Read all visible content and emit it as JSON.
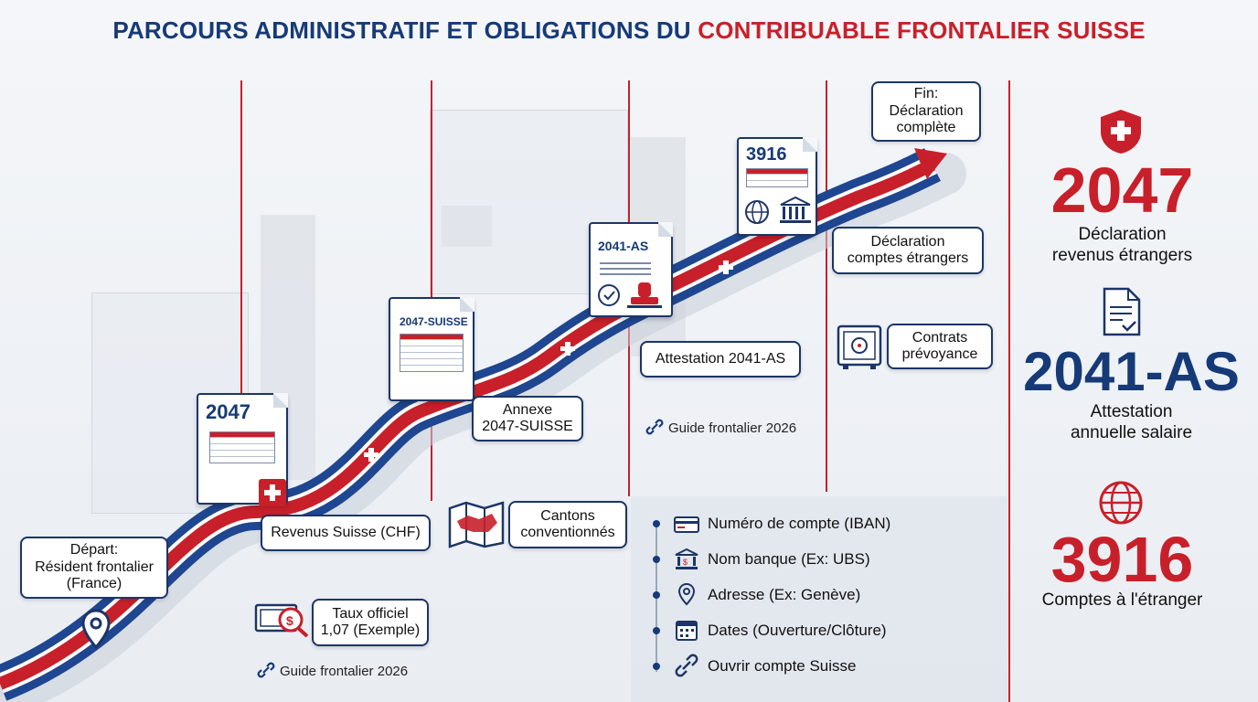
{
  "title": {
    "part1": "PARCOURS ADMINISTRATIF ET OBLIGATIONS DU",
    "part2": "CONTRIBUABLE FRONTALIER SUISSE"
  },
  "steps": {
    "start": {
      "line1": "Départ:",
      "line2": "Résident frontalier",
      "line3": "(France)"
    },
    "revenus": "Revenus Suisse (CHF)",
    "taux": {
      "line1": "Taux officiel",
      "line2": "1,07 (Exemple)"
    },
    "guide1": "Guide frontalier 2026",
    "annexe": {
      "line1": "Annexe",
      "line2": "2047-SUISSE"
    },
    "cantons": {
      "line1": "Cantons",
      "line2": "conventionnés"
    },
    "attestation": "Attestation 2041-AS",
    "guide2": "Guide frontalier 2026",
    "declaration_comptes": {
      "line1": "Déclaration",
      "line2": "comptes étrangers"
    },
    "contrats": {
      "line1": "Contrats",
      "line2": "prévoyance"
    },
    "fin": {
      "line1": "Fin:",
      "line2": "Déclaration",
      "line3": "complète"
    }
  },
  "documents": {
    "d2047": "2047",
    "d2047suisse": "2047-SUISSE",
    "d2041as": "2041-AS",
    "d3916": "3916"
  },
  "account_items": [
    {
      "label": "Numéro de compte (IBAN)",
      "icon": "card-icon"
    },
    {
      "label": "Nom banque (Ex: UBS)",
      "icon": "bank-icon"
    },
    {
      "label": "Adresse (Ex: Genève)",
      "icon": "location-icon"
    },
    {
      "label": "Dates (Ouverture/Clôture)",
      "icon": "calendar-icon"
    },
    {
      "label": "Ouvrir compte Suisse",
      "icon": "link-icon"
    }
  ],
  "sidebar": [
    {
      "code": "2047",
      "line1": "Déclaration",
      "line2": "revenus étrangers",
      "icon": "swiss-shield-icon"
    },
    {
      "code": "2041-AS",
      "line1": "Attestation",
      "line2": "annuelle salaire",
      "icon": "document-check-icon"
    },
    {
      "code": "3916",
      "line1": "Comptes à l'étranger",
      "icon": "globe-icon"
    }
  ],
  "colors": {
    "navy": "#163a78",
    "red": "#c8202a"
  }
}
